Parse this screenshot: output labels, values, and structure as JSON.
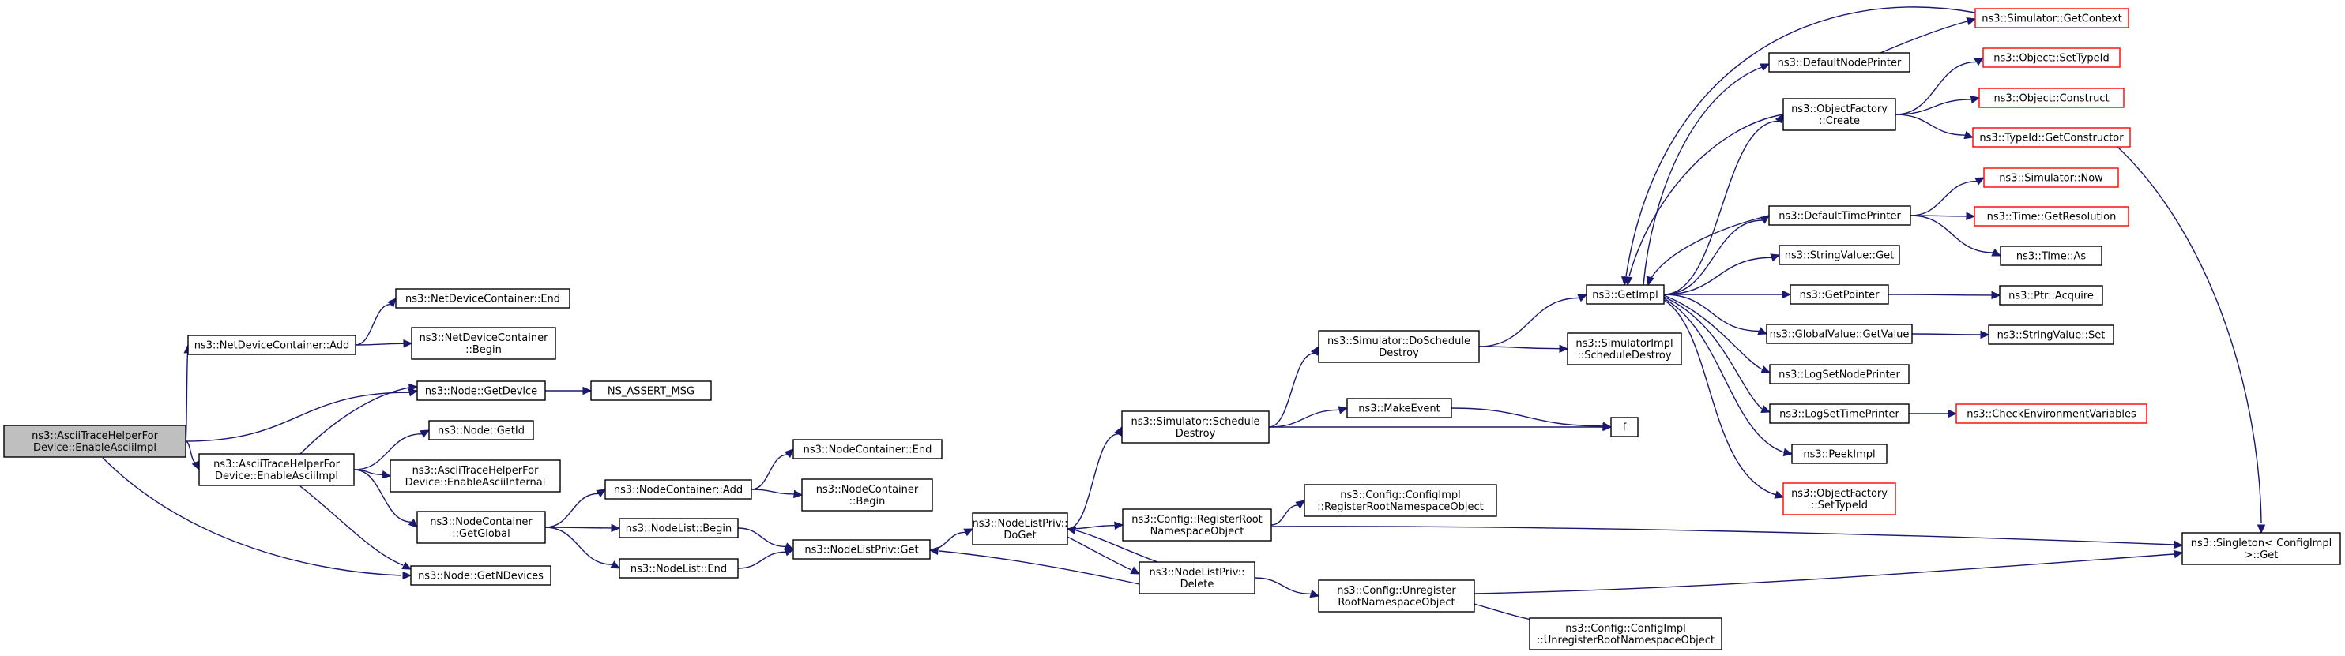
{
  "graph": {
    "colors": {
      "edge": "#191970",
      "node_border": "#000000",
      "external_border": "#ff0000",
      "start_fill": "#bfbfbf"
    },
    "nodes": [
      {
        "id": "root",
        "lines": [
          "ns3::AsciiTraceHelperFor",
          "Device::EnableAsciiImpl"
        ],
        "style": "start"
      },
      {
        "id": "ndc_add",
        "lines": [
          "ns3::NetDeviceContainer::Add"
        ]
      },
      {
        "id": "node_getdevice",
        "lines": [
          "ns3::Node::GetDevice"
        ]
      },
      {
        "id": "eai",
        "lines": [
          "ns3::AsciiTraceHelperFor",
          "Device::EnableAsciiImpl"
        ]
      },
      {
        "id": "node_getndevices",
        "lines": [
          "ns3::Node::GetNDevices"
        ]
      },
      {
        "id": "ndc_end",
        "lines": [
          "ns3::NetDeviceContainer::End"
        ]
      },
      {
        "id": "ndc_begin",
        "lines": [
          "ns3::NetDeviceContainer",
          "::Begin"
        ]
      },
      {
        "id": "ns_assert",
        "lines": [
          "NS_ASSERT_MSG"
        ]
      },
      {
        "id": "node_getid",
        "lines": [
          "ns3::Node::GetId"
        ]
      },
      {
        "id": "eai_internal",
        "lines": [
          "ns3::AsciiTraceHelperFor",
          "Device::EnableAsciiInternal"
        ]
      },
      {
        "id": "nc_getglobal",
        "lines": [
          "ns3::NodeContainer",
          "::GetGlobal"
        ]
      },
      {
        "id": "nc_add",
        "lines": [
          "ns3::NodeContainer::Add"
        ]
      },
      {
        "id": "nl_begin",
        "lines": [
          "ns3::NodeList::Begin"
        ]
      },
      {
        "id": "nl_end",
        "lines": [
          "ns3::NodeList::End"
        ]
      },
      {
        "id": "nc_end",
        "lines": [
          "ns3::NodeContainer::End"
        ]
      },
      {
        "id": "nc_begin",
        "lines": [
          "ns3::NodeContainer",
          "::Begin"
        ]
      },
      {
        "id": "nlp_get",
        "lines": [
          "ns3::NodeListPriv::Get"
        ]
      },
      {
        "id": "nlp_doget",
        "lines": [
          "ns3::NodeListPriv::",
          "DoGet"
        ]
      },
      {
        "id": "sim_schedule",
        "lines": [
          "ns3::Simulator::Schedule",
          "Destroy"
        ]
      },
      {
        "id": "cfg_register",
        "lines": [
          "ns3::Config::RegisterRoot",
          "NamespaceObject"
        ]
      },
      {
        "id": "nlp_delete",
        "lines": [
          "ns3::NodeListPriv::",
          "Delete"
        ]
      },
      {
        "id": "sim_doschedule",
        "lines": [
          "ns3::Simulator::DoSchedule",
          "Destroy"
        ]
      },
      {
        "id": "makeevent",
        "lines": [
          "ns3::MakeEvent"
        ]
      },
      {
        "id": "f",
        "lines": [
          "f"
        ]
      },
      {
        "id": "ci_register",
        "lines": [
          "ns3::Config::ConfigImpl",
          "::RegisterRootNamespaceObject"
        ]
      },
      {
        "id": "cfg_unregister",
        "lines": [
          "ns3::Config::Unregister",
          "RootNamespaceObject"
        ]
      },
      {
        "id": "ci_unregister",
        "lines": [
          "ns3::Config::ConfigImpl",
          "::UnregisterRootNamespaceObject"
        ]
      },
      {
        "id": "getimpl",
        "lines": [
          "ns3::GetImpl"
        ]
      },
      {
        "id": "simimpl_sd",
        "lines": [
          "ns3::SimulatorImpl",
          "::ScheduleDestroy"
        ]
      },
      {
        "id": "defnodeprinter",
        "lines": [
          "ns3::DefaultNodePrinter"
        ]
      },
      {
        "id": "of_create",
        "lines": [
          "ns3::ObjectFactory",
          "::Create"
        ]
      },
      {
        "id": "deftimeprinter",
        "lines": [
          "ns3::DefaultTimePrinter"
        ]
      },
      {
        "id": "sv_get",
        "lines": [
          "ns3::StringValue::Get"
        ]
      },
      {
        "id": "getpointer",
        "lines": [
          "ns3::GetPointer"
        ]
      },
      {
        "id": "gv_getvalue",
        "lines": [
          "ns3::GlobalValue::GetValue"
        ]
      },
      {
        "id": "logsetnode",
        "lines": [
          "ns3::LogSetNodePrinter"
        ]
      },
      {
        "id": "logsettime",
        "lines": [
          "ns3::LogSetTimePrinter"
        ]
      },
      {
        "id": "peekimpl",
        "lines": [
          "ns3::PeekImpl"
        ]
      },
      {
        "id": "of_settypeid",
        "lines": [
          "ns3::ObjectFactory",
          "::SetTypeId"
        ],
        "style": "red"
      },
      {
        "id": "sim_getcontext",
        "lines": [
          "ns3::Simulator::GetContext"
        ],
        "style": "red"
      },
      {
        "id": "obj_settypeid",
        "lines": [
          "ns3::Object::SetTypeId"
        ],
        "style": "red"
      },
      {
        "id": "obj_construct",
        "lines": [
          "ns3::Object::Construct"
        ],
        "style": "red"
      },
      {
        "id": "typeid_getctor",
        "lines": [
          "ns3::TypeId::GetConstructor"
        ],
        "style": "red"
      },
      {
        "id": "sim_now",
        "lines": [
          "ns3::Simulator::Now"
        ],
        "style": "red"
      },
      {
        "id": "time_getres",
        "lines": [
          "ns3::Time::GetResolution"
        ],
        "style": "red"
      },
      {
        "id": "time_as",
        "lines": [
          "ns3::Time::As"
        ]
      },
      {
        "id": "ptr_acquire",
        "lines": [
          "ns3::Ptr::Acquire"
        ]
      },
      {
        "id": "sv_set",
        "lines": [
          "ns3::StringValue::Set"
        ]
      },
      {
        "id": "checkenv",
        "lines": [
          "ns3::CheckEnvironmentVariables"
        ],
        "style": "red"
      },
      {
        "id": "singleton_get",
        "lines": [
          "ns3::Singleton< ConfigImpl",
          " >::Get"
        ]
      }
    ],
    "edges": [
      [
        "root",
        "ndc_add"
      ],
      [
        "root",
        "node_getdevice"
      ],
      [
        "root",
        "eai"
      ],
      [
        "root",
        "node_getndevices"
      ],
      [
        "ndc_add",
        "ndc_end"
      ],
      [
        "ndc_add",
        "ndc_begin"
      ],
      [
        "node_getdevice",
        "ns_assert"
      ],
      [
        "eai",
        "node_getdevice"
      ],
      [
        "eai",
        "node_getid"
      ],
      [
        "eai",
        "eai_internal"
      ],
      [
        "eai",
        "nc_getglobal"
      ],
      [
        "eai",
        "node_getndevices"
      ],
      [
        "nc_getglobal",
        "nc_add"
      ],
      [
        "nc_getglobal",
        "nl_begin"
      ],
      [
        "nc_getglobal",
        "nl_end"
      ],
      [
        "nc_add",
        "nc_end"
      ],
      [
        "nc_add",
        "nc_begin"
      ],
      [
        "nl_begin",
        "nlp_get"
      ],
      [
        "nl_end",
        "nlp_get"
      ],
      [
        "nlp_get",
        "nlp_doget"
      ],
      [
        "nlp_doget",
        "sim_schedule"
      ],
      [
        "nlp_doget",
        "cfg_register"
      ],
      [
        "nlp_doget",
        "nlp_delete"
      ],
      [
        "nlp_delete",
        "nlp_doget"
      ],
      [
        "nlp_delete",
        "nlp_get"
      ],
      [
        "nlp_delete",
        "cfg_unregister"
      ],
      [
        "sim_schedule",
        "sim_doschedule"
      ],
      [
        "sim_schedule",
        "makeevent"
      ],
      [
        "sim_schedule",
        "f"
      ],
      [
        "makeevent",
        "f"
      ],
      [
        "cfg_register",
        "ci_register"
      ],
      [
        "cfg_register",
        "singleton_get"
      ],
      [
        "cfg_unregister",
        "ci_unregister"
      ],
      [
        "cfg_unregister",
        "singleton_get"
      ],
      [
        "sim_doschedule",
        "getimpl"
      ],
      [
        "sim_doschedule",
        "simimpl_sd"
      ],
      [
        "getimpl",
        "defnodeprinter"
      ],
      [
        "getimpl",
        "of_create"
      ],
      [
        "getimpl",
        "deftimeprinter"
      ],
      [
        "getimpl",
        "sv_get"
      ],
      [
        "getimpl",
        "getpointer"
      ],
      [
        "getimpl",
        "gv_getvalue"
      ],
      [
        "getimpl",
        "logsetnode"
      ],
      [
        "getimpl",
        "logsettime"
      ],
      [
        "getimpl",
        "peekimpl"
      ],
      [
        "getimpl",
        "of_settypeid"
      ],
      [
        "defnodeprinter",
        "sim_getcontext"
      ],
      [
        "of_create",
        "obj_settypeid"
      ],
      [
        "of_create",
        "obj_construct"
      ],
      [
        "of_create",
        "typeid_getctor"
      ],
      [
        "deftimeprinter",
        "sim_now"
      ],
      [
        "deftimeprinter",
        "time_getres"
      ],
      [
        "deftimeprinter",
        "time_as"
      ],
      [
        "getpointer",
        "ptr_acquire"
      ],
      [
        "gv_getvalue",
        "sv_set"
      ],
      [
        "logsettime",
        "checkenv"
      ],
      [
        "typeid_getctor",
        "singleton_get"
      ]
    ]
  }
}
